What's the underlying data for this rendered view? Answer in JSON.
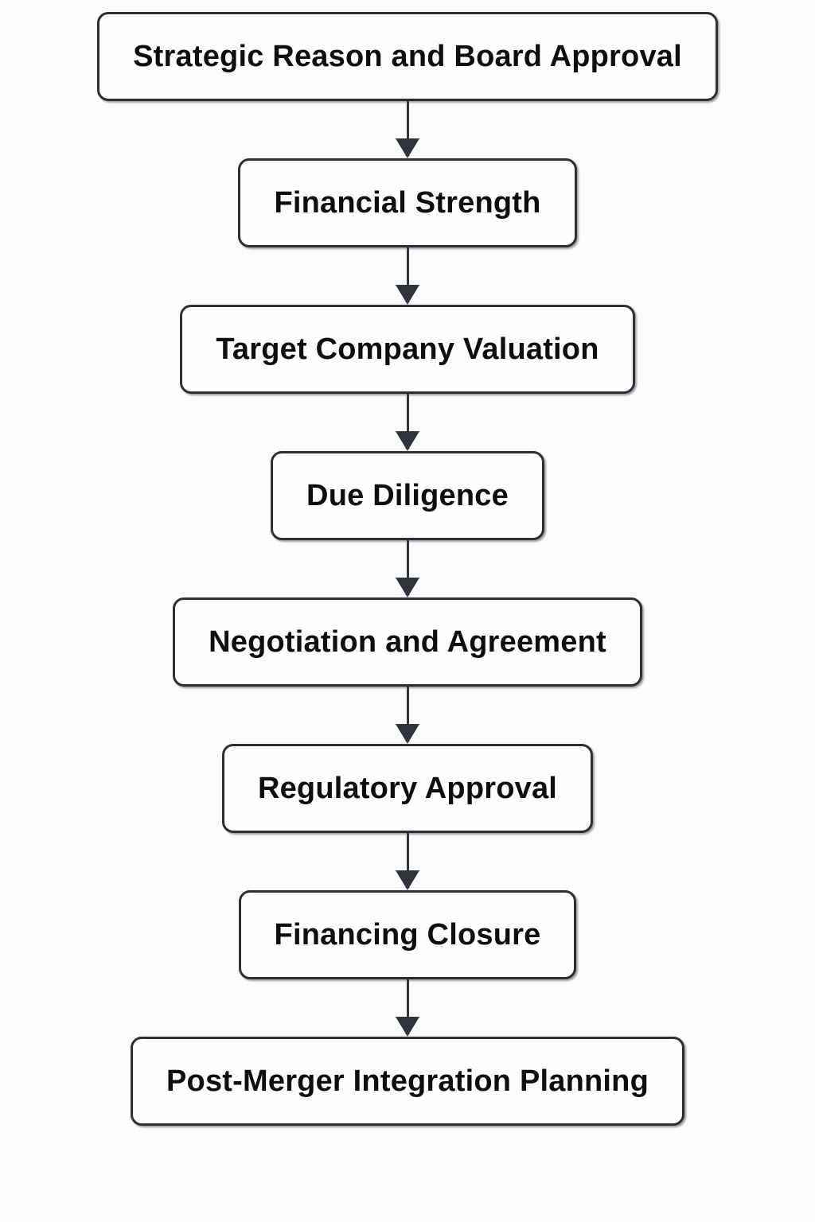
{
  "page": {
    "background_color": "#fbfbfb"
  },
  "flowchart": {
    "type": "flowchart",
    "direction": "top-down",
    "box_fill_color": "#fdfdfd",
    "box_border_color": "#2b2f36",
    "text_color": "#0e0e10",
    "arrow_color": "#2f333c",
    "nodes": [
      {
        "id": "strategic-reason-board-approval",
        "label": "Strategic Reason and Board Approval"
      },
      {
        "id": "financial-strength",
        "label": "Financial Strength"
      },
      {
        "id": "target-company-valuation",
        "label": "Target Company Valuation"
      },
      {
        "id": "due-diligence",
        "label": "Due Diligence"
      },
      {
        "id": "negotiation-and-agreement",
        "label": "Negotiation and Agreement"
      },
      {
        "id": "regulatory-approval",
        "label": "Regulatory Approval"
      },
      {
        "id": "financing-closure",
        "label": "Financing Closure"
      },
      {
        "id": "post-merger-integration-planning",
        "label": "Post-Merger Integration Planning"
      }
    ],
    "edges": [
      {
        "from": "strategic-reason-board-approval",
        "to": "financial-strength"
      },
      {
        "from": "financial-strength",
        "to": "target-company-valuation"
      },
      {
        "from": "target-company-valuation",
        "to": "due-diligence"
      },
      {
        "from": "due-diligence",
        "to": "negotiation-and-agreement"
      },
      {
        "from": "negotiation-and-agreement",
        "to": "regulatory-approval"
      },
      {
        "from": "regulatory-approval",
        "to": "financing-closure"
      },
      {
        "from": "financing-closure",
        "to": "post-merger-integration-planning"
      }
    ]
  }
}
